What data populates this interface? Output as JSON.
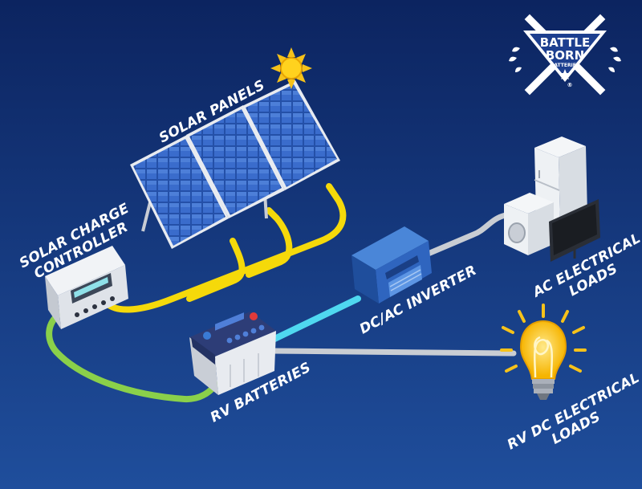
{
  "logo": {
    "line1": "BATTLE",
    "line2": "BORN",
    "line3": "BATTERIES",
    "trademark": "®"
  },
  "labels": {
    "solar_panels": "SOLAR PANELS",
    "charge_controller_line1": "SOLAR CHARGE",
    "charge_controller_line2": "CONTROLLER",
    "inverter": "DC/AC INVERTER",
    "ac_loads_line1": "AC ELECTRICAL",
    "ac_loads_line2": "LOADS",
    "rv_batteries": "RV BATTERIES",
    "dc_loads_line1": "RV DC ELECTRICAL",
    "dc_loads_line2": "LOADS"
  },
  "colors": {
    "background_top": "#0c2460",
    "background_bottom": "#1f4e9c",
    "solar_wire": "#f5d90a",
    "charge_wire": "#8ad04a",
    "inverter_wire": "#4fd8f0",
    "load_wire": "#c9cdd3"
  },
  "icons": [
    "sun-icon",
    "solar-panel-icon",
    "charge-controller-icon",
    "battery-icon",
    "inverter-icon",
    "refrigerator-icon",
    "washing-machine-icon",
    "television-icon",
    "light-bulb-icon"
  ]
}
